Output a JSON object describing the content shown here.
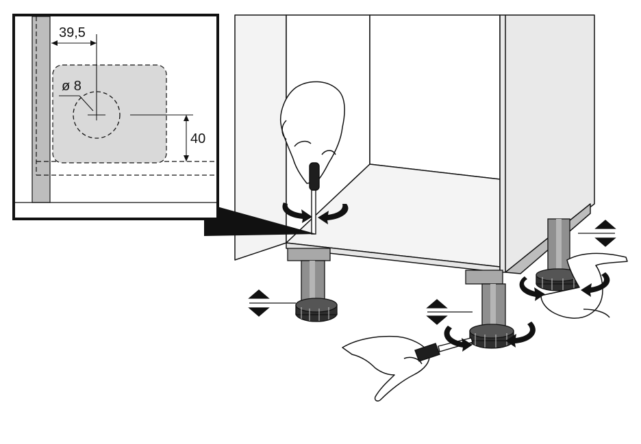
{
  "detail": {
    "dim_horizontal": "39,5",
    "dim_diameter": "ø 8",
    "dim_vertical": "40"
  },
  "colors": {
    "line": "#111111",
    "panel_gray": "#d9d9d9",
    "panel_light": "#f2f2f2",
    "leg_gray": "#8f8f8f",
    "foot_dark": "#2e2e2e"
  },
  "icons": [
    "rotate-arrows-icon",
    "height-adjust-arrow-icon",
    "screwdriver-icon",
    "hand-icon"
  ]
}
